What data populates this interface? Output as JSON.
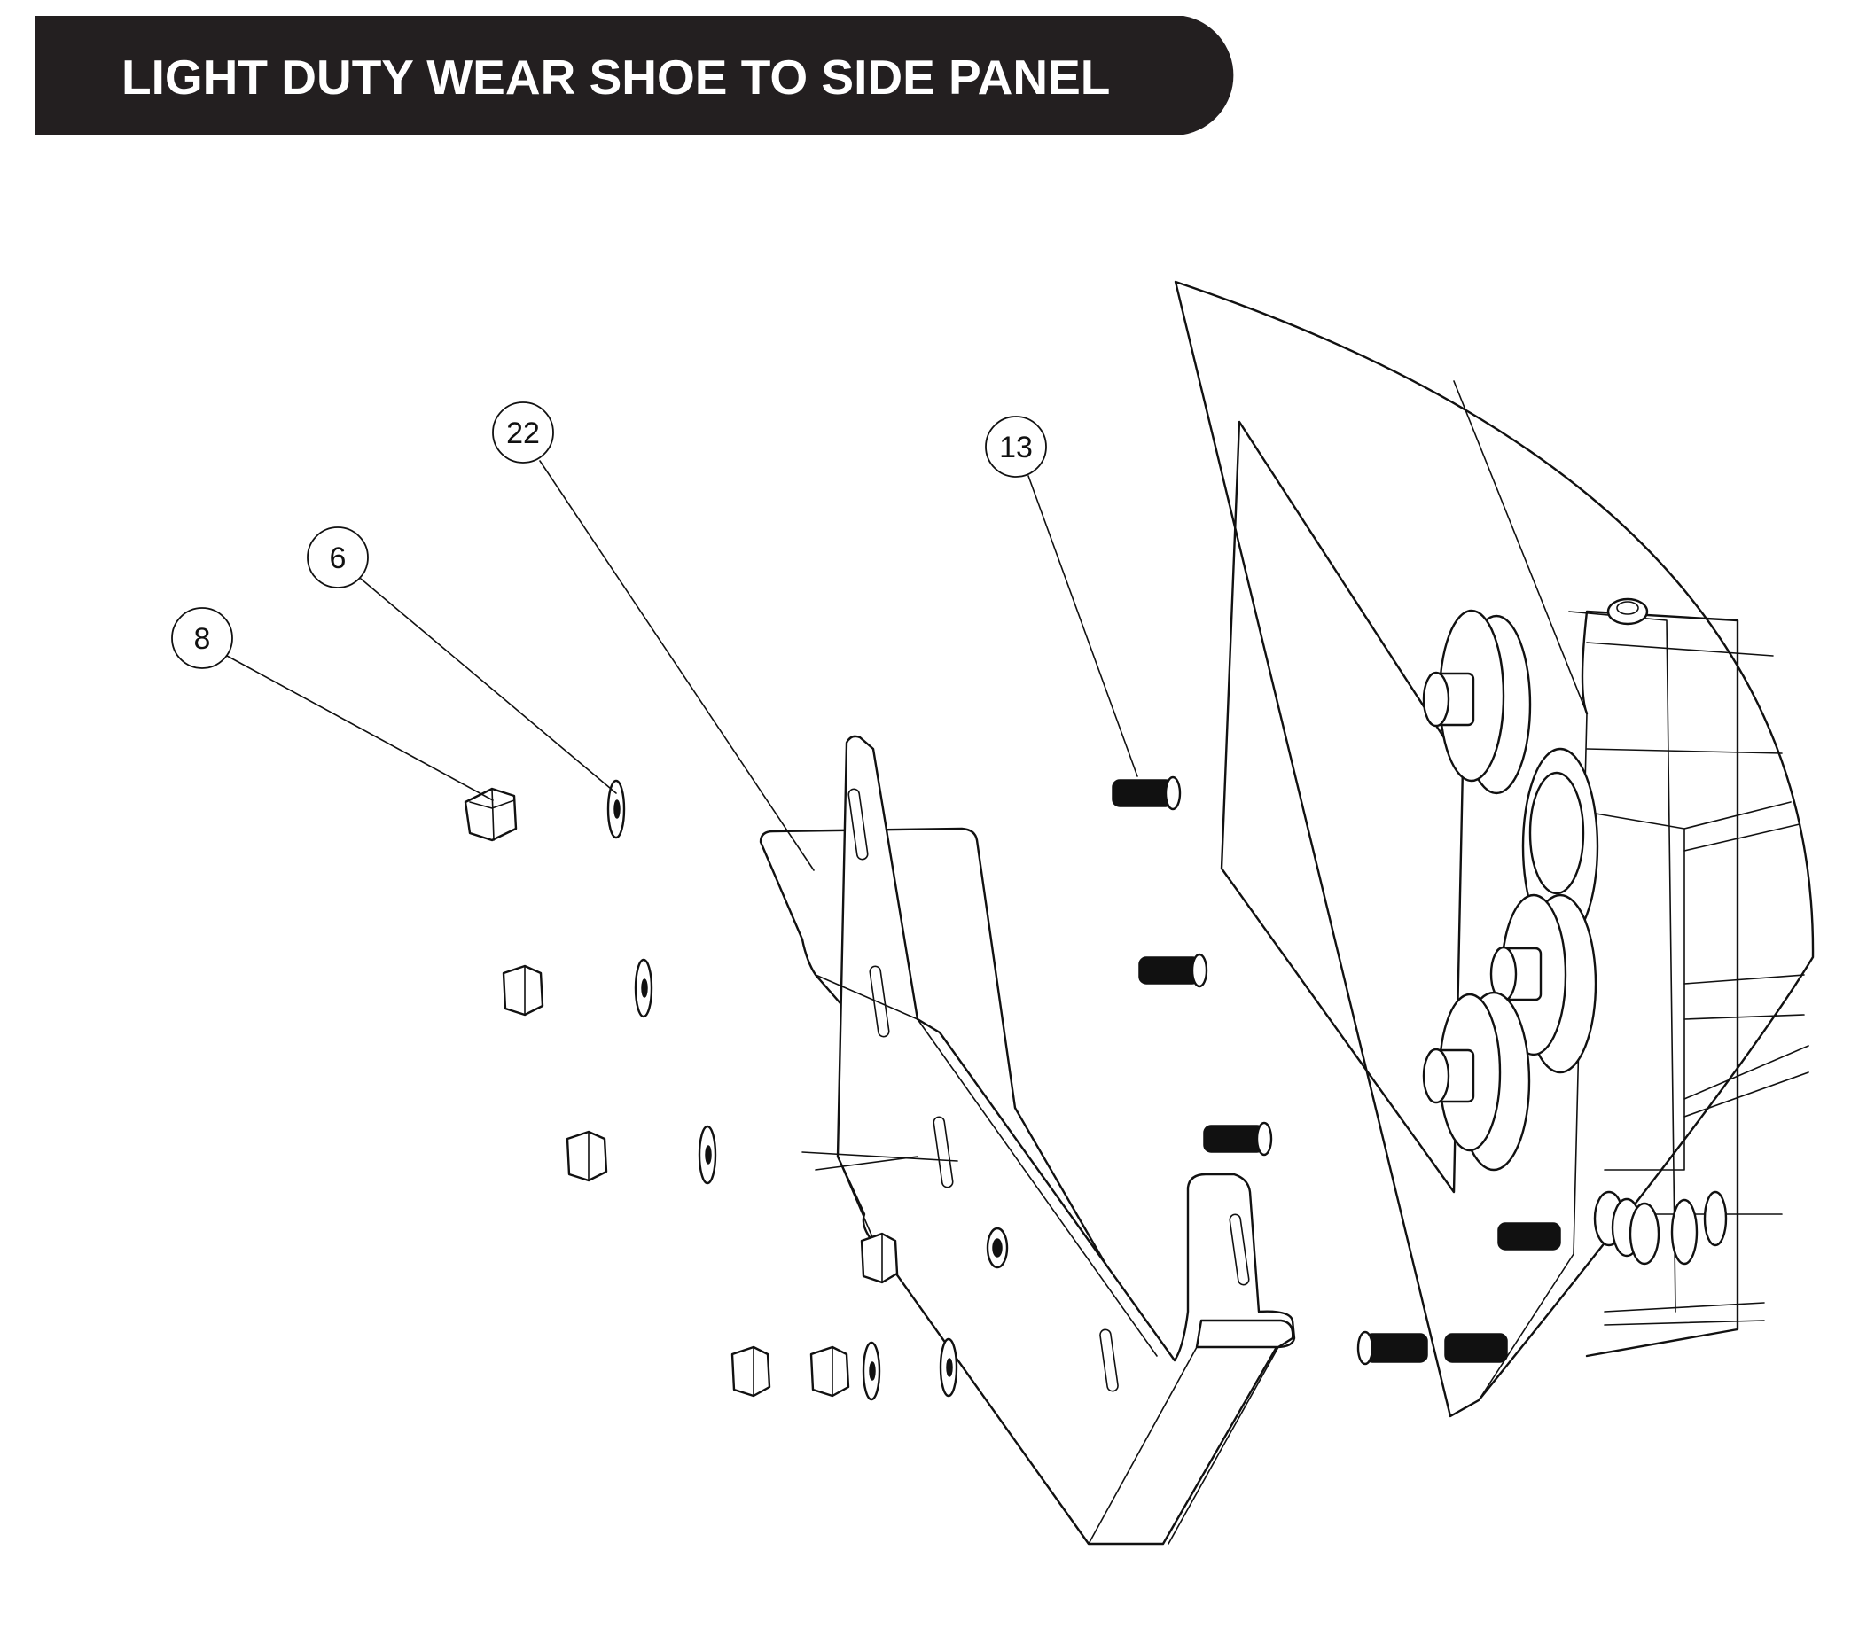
{
  "title": "LIGHT DUTY WEAR SHOE TO SIDE PANEL",
  "callouts": [
    {
      "label": "8"
    },
    {
      "label": "6"
    },
    {
      "label": "22"
    },
    {
      "label": "13"
    }
  ],
  "colors": {
    "banner": "#231f20",
    "banner_text": "#ffffff",
    "line": "#111111"
  }
}
